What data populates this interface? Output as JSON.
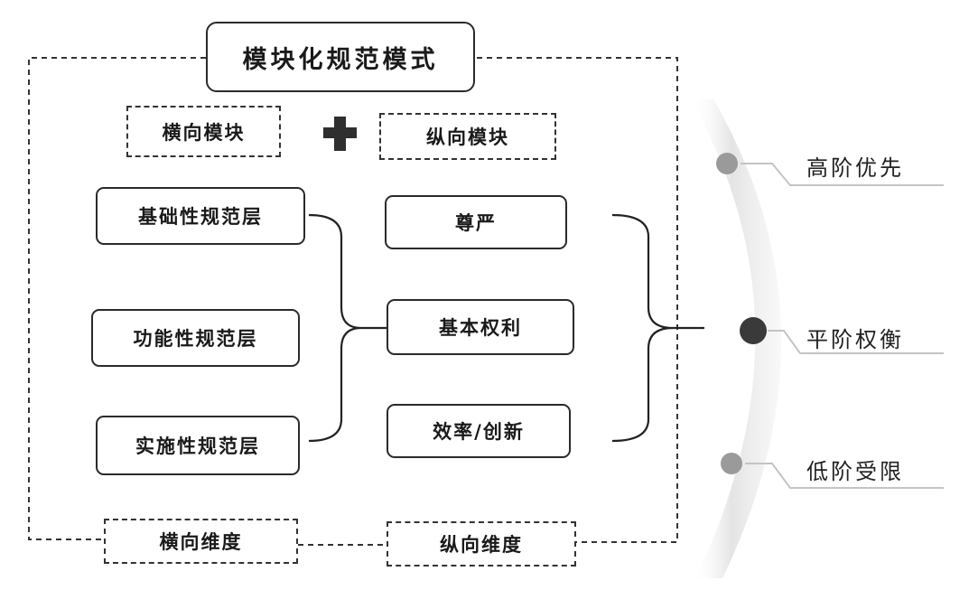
{
  "title": "模块化规范模式",
  "horizontal_module": "横向模块",
  "vertical_module": "纵向模块",
  "plus_icon": "plus-icon",
  "left_layers": [
    "基础性规范层",
    "功能性规范层",
    "实施性规范层"
  ],
  "middle_items": [
    "尊严",
    "基本权利",
    "效率/创新"
  ],
  "horizontal_dimension": "横向维度",
  "vertical_dimension": "纵向维度",
  "right_labels": [
    "高阶优先",
    "平阶权衡",
    "低阶受限"
  ],
  "colors": {
    "border": "#2a2a2a",
    "arc": "#e2e2e2",
    "node_light": "#9a9a9a",
    "node_dark": "#3a3a3a"
  }
}
